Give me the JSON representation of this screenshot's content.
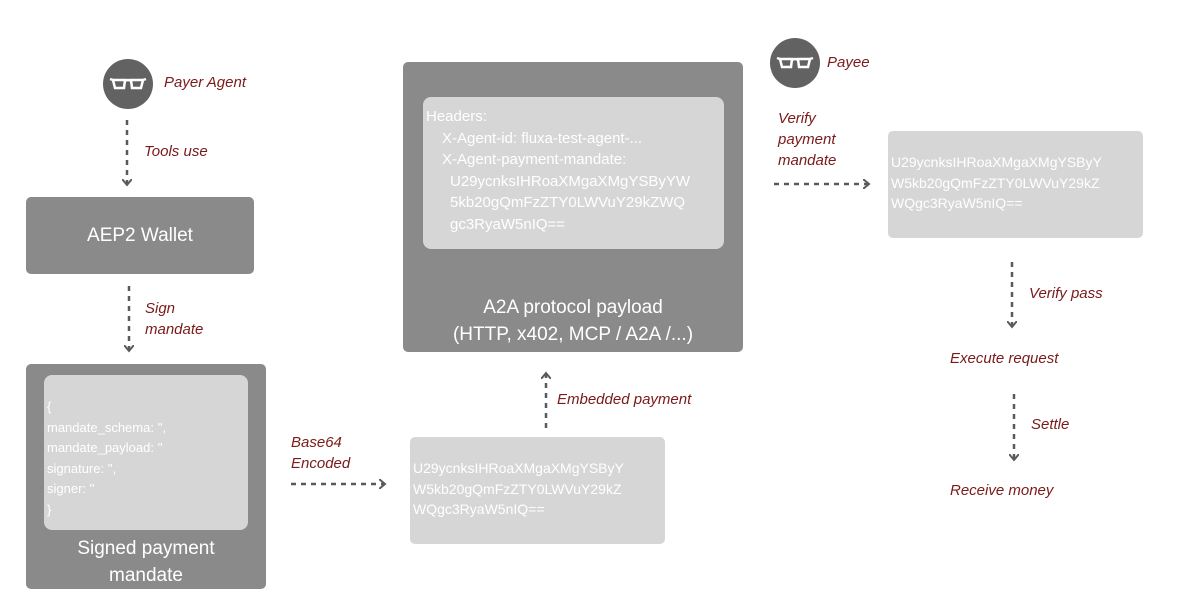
{
  "payer": {
    "agent_label": "Payer Agent",
    "tools_use": "Tools use",
    "wallet": "AEP2 Wallet",
    "sign_mandate": [
      "Sign",
      "mandate"
    ],
    "signed_mandate_code": [
      "{",
      "mandate_schema: '',",
      "mandate_payload: ''",
      "signature: '',",
      "signer: ''",
      "}"
    ],
    "signed_mandate_title": [
      "Signed payment",
      "mandate"
    ]
  },
  "encoding": {
    "label": [
      "Base64",
      "Encoded"
    ],
    "encoded_value": [
      "U29ycnksIHRoaXMgaXMgYSByY",
      "W5kb20gQmFzZTY0LWVuY29kZ",
      "WQgc3RyaW5nIQ=="
    ],
    "embedded_label": "Embedded payment"
  },
  "a2a": {
    "headers": [
      "Headers:",
      "X-Agent-id: fluxa-test-agent-...",
      "X-Agent-payment-mandate:",
      "U29ycnksIHRoaXMgaXMgYSByYW",
      "5kb20gQmFzZTY0LWVuY29kZWQ",
      "gc3RyaW5nIQ=="
    ],
    "title": [
      "A2A protocol payload",
      "(HTTP, x402, MCP / A2A /...)"
    ]
  },
  "payee": {
    "label": "Payee",
    "verify_label": [
      "Verify",
      "payment",
      "mandate"
    ],
    "mandate_value": [
      "U29ycnksIHRoaXMgaXMgYSByY",
      "W5kb20gQmFzZTY0LWVuY29kZ",
      "WQgc3RyaW5nIQ=="
    ],
    "verify_pass": "Verify pass",
    "execute_request": "Execute request",
    "settle": "Settle",
    "receive_money": "Receive money"
  },
  "colors": {
    "label_red": "#7a1a1a",
    "dark_box": "#8a8a8a",
    "light_box": "#d6d6d6",
    "avatar": "#626262",
    "arrow": "#5a5a5a"
  },
  "icons": [
    "glasses-icon",
    "glasses-icon"
  ]
}
